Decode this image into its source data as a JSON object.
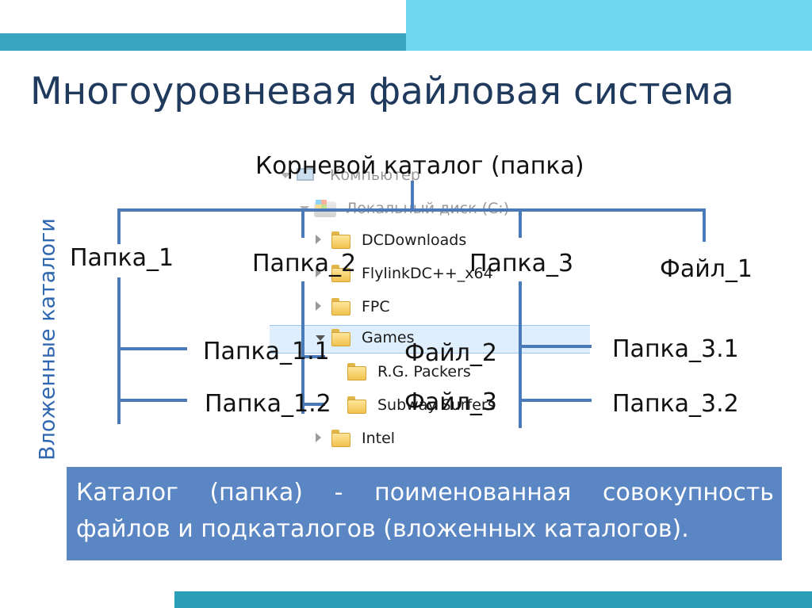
{
  "title": "Многоуровневая файловая система",
  "side_label": "Вложенные каталоги",
  "root_label": "Корневой каталог (папка)",
  "level1": {
    "folder1": "Папка_1",
    "folder2": "Папка_2",
    "folder3": "Папка_3",
    "file1": "Файл_1"
  },
  "level2": {
    "folder1_1": "Папка_1.1",
    "folder1_2": "Папка_1.2",
    "file2": "Файл_2",
    "file3": "Файл_3",
    "folder3_1": "Папка_3.1",
    "folder3_2": "Папка_3.2"
  },
  "explorer": {
    "computer": "Компьютер",
    "local_disk": "Локальный диск (C:)",
    "items": [
      "DCDownloads",
      "FlylinkDC++_x64",
      "FPC",
      "Games",
      "R.G. Packers",
      "Subway Surfers",
      "Intel"
    ]
  },
  "definition": "Каталог (папка) - поименованная совокупность файлов и подкаталогов (вложенных каталогов).",
  "colors": {
    "accent_dark": "#3aa5c0",
    "accent_light": "#6dd7ee",
    "line": "#4a7ab8",
    "box": "#5b86c4",
    "title": "#1f3a5c"
  }
}
